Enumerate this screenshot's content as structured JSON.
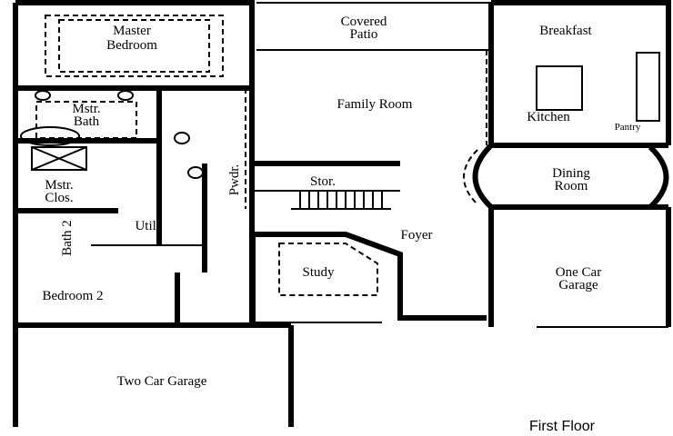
{
  "plan": {
    "rooms": {
      "master_bedroom": [
        "Master",
        "Bedroom"
      ],
      "mstr_bath": [
        "Mstr.",
        "Bath"
      ],
      "mstr_clos": [
        "Mstr.",
        "Clos."
      ],
      "util": "Util.",
      "bath2": "Bath 2",
      "pwdr": "Pwdr.",
      "bedroom2": "Bedroom 2",
      "two_car_garage": "Two Car Garage",
      "covered_patio": [
        "Covered",
        "Patio"
      ],
      "family_room": "Family Room",
      "stor": "Stor.",
      "study": "Study",
      "foyer": "Foyer",
      "breakfast": "Breakfast",
      "kitchen": "Kitchen",
      "pantry": "Pantry",
      "dining_room": [
        "Dining",
        "Room"
      ],
      "one_car_garage": [
        "One Car",
        "Garage"
      ]
    },
    "floor_label": "First Floor"
  }
}
